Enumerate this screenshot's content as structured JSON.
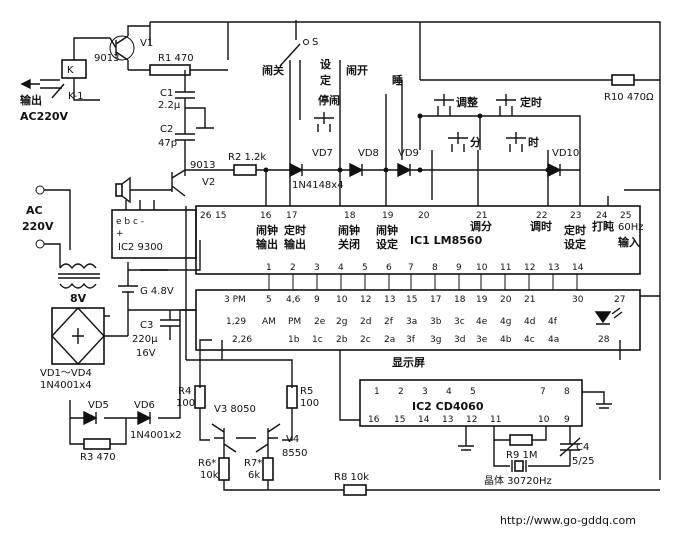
{
  "transistors": {
    "v1": "V1",
    "v1_type": "9013",
    "v2_type": "9013",
    "v2": "V2",
    "v3": "V3 8050",
    "v4": "V4",
    "v4_type": "8550"
  },
  "resistors": {
    "r1": "R1 470",
    "r2": "R2 1.2k",
    "r3": "R3 470",
    "r4": "R4",
    "r4_val": "100",
    "r5": "R5",
    "r5_val": "100",
    "r6": "R6*",
    "r6_val": "10k",
    "r7": "R7*",
    "r7_val": "6k",
    "r8": "R8 10k",
    "r9": "R9 1M",
    "r10": "R10 470Ω"
  },
  "capacitors": {
    "c1": "C1",
    "c1_val": "2.2μ",
    "c2": "C2",
    "c2_val": "47p",
    "c3": "C3",
    "c3_val1": "220μ",
    "c3_val2": "16V",
    "c4": "C4",
    "c4_val": "5/25"
  },
  "diodes": {
    "vd5": "VD5",
    "vd6": "VD6",
    "vd6_type": "1N4001x2",
    "vd7": "VD7",
    "vd7_type": "1N4148x4",
    "vd8": "VD8",
    "vd9": "VD9",
    "vd10": "VD10",
    "bridge_1": "VD1～VD4",
    "bridge_2": "1N4001x4"
  },
  "power": {
    "relay_k": "K",
    "relay_k1": "K-1",
    "output_1": "输出",
    "output_2": "AC220V",
    "ac_1": "AC",
    "ac_2": "220V",
    "transformer_v": "8V",
    "battery": "G 4.8V"
  },
  "ic2_9300": {
    "pins": "e b c -",
    "plus": "+",
    "name": "IC2 9300"
  },
  "switches": {
    "s": "S",
    "guan": "闹关",
    "she": "设",
    "ding": "定",
    "kai": "闹开",
    "shuimian": "睡",
    "tingnao": "停闹",
    "tiaozheng": "调整",
    "dingshi": "定时",
    "fen": "分",
    "shi": "时"
  },
  "ic1": {
    "name": "IC1 LM8560",
    "top_pins": [
      "26",
      "15",
      "16",
      "17",
      "18",
      "19",
      "20",
      "21",
      "22",
      "23",
      "24",
      "25"
    ],
    "fn_labels_line1": [
      "闹钟",
      "定时",
      "闹钟",
      "闹钟",
      "调分",
      "调时",
      "定时",
      "打盹",
      "60Hz"
    ],
    "fn_labels_line2": [
      "输出",
      "输出",
      "关闭",
      "设定",
      "",
      "",
      "设定",
      "",
      "输入"
    ],
    "bottom_pins": [
      "1",
      "2",
      "3",
      "4",
      "5",
      "6",
      "7",
      "8",
      "9",
      "10",
      "11",
      "12",
      "13",
      "14"
    ]
  },
  "display": {
    "top_pins": [
      "3 PM",
      "5",
      "4,6",
      "9",
      "10",
      "12",
      "13",
      "15",
      "17",
      "18",
      "19",
      "20",
      "21",
      "30",
      "27"
    ],
    "row1": [
      "1,29",
      "AM",
      "PM",
      "2e",
      "2g",
      "2d",
      "2f",
      "3a",
      "3b",
      "3c",
      "4e",
      "4g",
      "4d",
      "4f"
    ],
    "row2": [
      "2,26",
      "1b",
      "1c",
      "2b",
      "2c",
      "2a",
      "3f",
      "3g",
      "3d",
      "3e",
      "4b",
      "4c",
      "4a"
    ],
    "led_pin": "28",
    "caption": "显示屏"
  },
  "ic2_cd4060": {
    "name": "IC2 CD4060",
    "top_pins": [
      "1",
      "2",
      "3",
      "4",
      "5",
      "7",
      "8"
    ],
    "bottom_pins": [
      "16",
      "15",
      "14",
      "13",
      "12",
      "11",
      "10",
      "9"
    ]
  },
  "crystal": "晶体 30720Hz",
  "website": "http://www.go-gddq.com"
}
